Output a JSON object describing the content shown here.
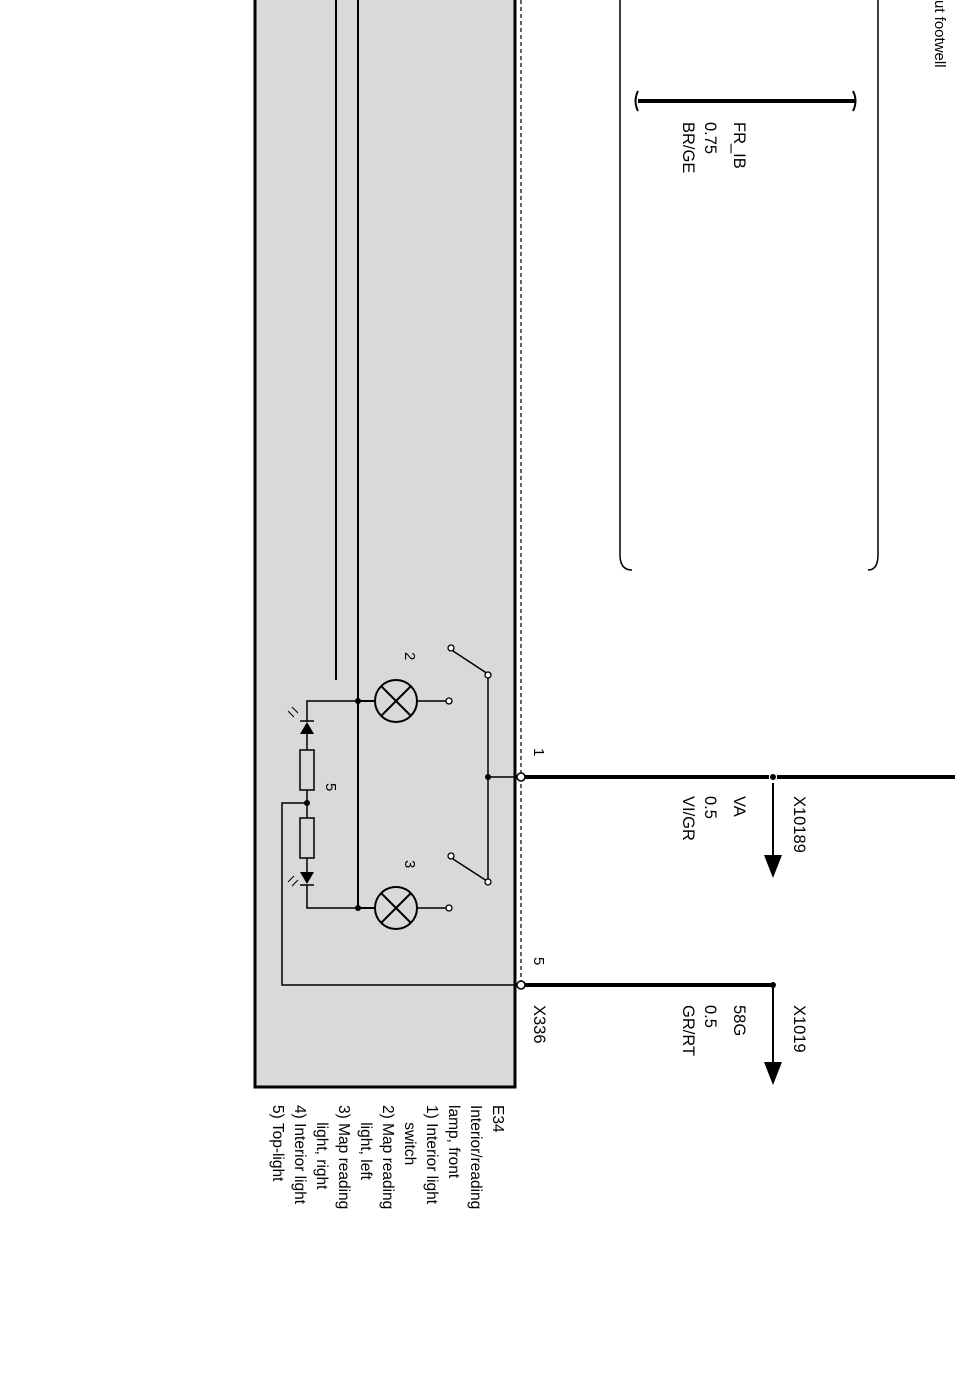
{
  "header_fragment": "ut footwell",
  "component": {
    "id": "E34",
    "title_lines": [
      "Interior/reading",
      "lamp, front"
    ],
    "parts": [
      {
        "n": "1)",
        "lines": [
          "Interior light",
          "switch"
        ]
      },
      {
        "n": "2)",
        "lines": [
          "Map reading",
          "light, left"
        ]
      },
      {
        "n": "3)",
        "lines": [
          "Map reading",
          "light, right"
        ]
      },
      {
        "n": "4)",
        "lines": [
          "Interior light"
        ]
      },
      {
        "n": "5)",
        "lines": [
          "Top-light"
        ]
      }
    ]
  },
  "wires": {
    "fr_ib": {
      "name": "FR_IB",
      "size": "0.75",
      "color": "BR/GE"
    },
    "pin1": {
      "pin": "1",
      "connector": "X10189",
      "name": "VA",
      "size": "0.5",
      "color": "VI/GR"
    },
    "pin5": {
      "pin": "5",
      "connector": "X1019",
      "name": "58G",
      "size": "0.5",
      "color": "GR/RT"
    }
  },
  "connector_label": "X336",
  "element_numbers": {
    "lamp_left": "2",
    "lamp_right": "3",
    "resistor_pair": "5"
  },
  "colors": {
    "housing_fill": "#d9d9d9",
    "line": "#000000",
    "background": "#ffffff"
  }
}
